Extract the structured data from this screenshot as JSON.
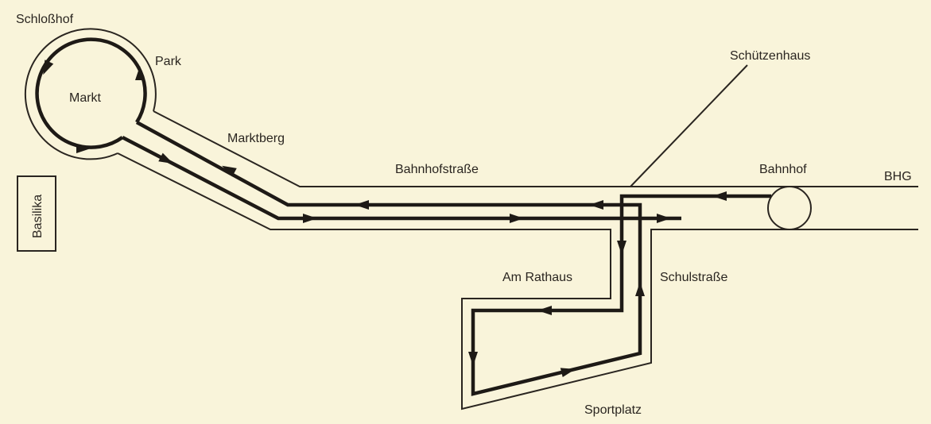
{
  "labels": {
    "schlosshof": "Schloßhof",
    "park": "Park",
    "markt": "Markt",
    "marktberg": "Marktberg",
    "bahnhofstrasse": "Bahnhofstraße",
    "schuetzenhaus": "Schützenhaus",
    "bahnhof": "Bahnhof",
    "bhg": "BHG",
    "basilika": "Basilika",
    "am_rathaus": "Am Rathaus",
    "schulstrasse": "Schulstraße",
    "sportplatz": "Sportplatz"
  },
  "colors": {
    "background": "#f9f4da",
    "ink": "#1e1a16"
  }
}
